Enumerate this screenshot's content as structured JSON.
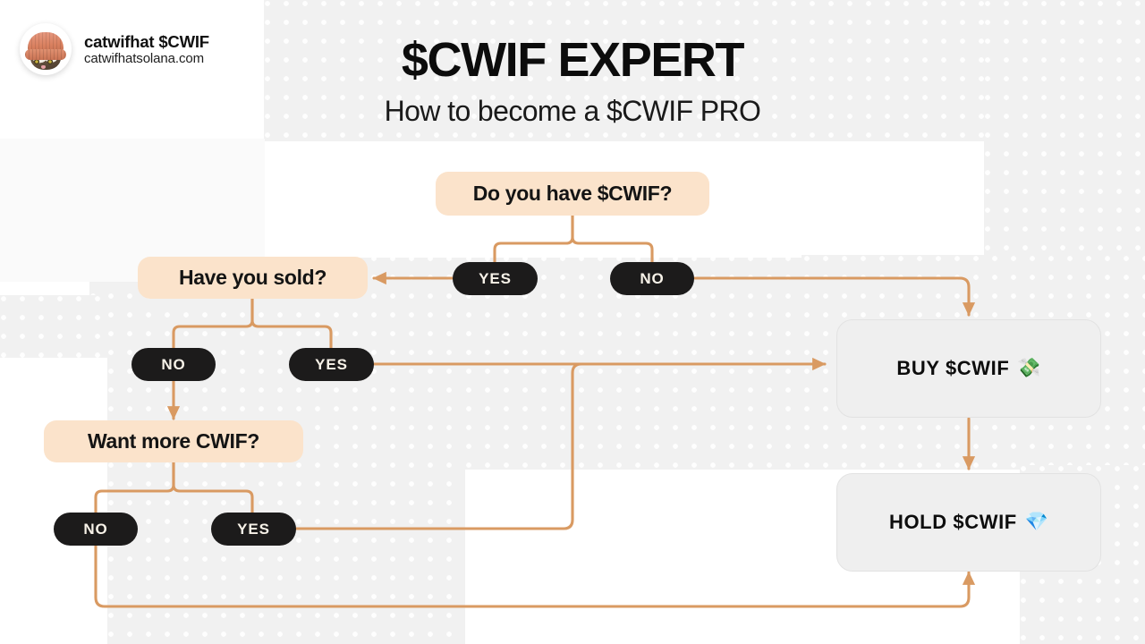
{
  "brand": {
    "avatar_icon": "cat-with-beanie-avatar",
    "name": "catwifhat $CWIF",
    "url": "catwifhatsolana.com"
  },
  "header": {
    "title": "$CWIF EXPERT",
    "subtitle": "How to become a $CWIF PRO"
  },
  "colors": {
    "question_box": "#FBE3CB",
    "badge_bg": "#1C1B1B",
    "badge_text": "#F7F2E8",
    "connector": "#D99A62",
    "outcome_box": "#EFEFEF",
    "page_bg": "#FFFFFF"
  },
  "flow": {
    "nodes": [
      {
        "id": "q1",
        "type": "question",
        "label": "Do you have $CWIF?"
      },
      {
        "id": "q2",
        "type": "question",
        "label": "Have you sold?"
      },
      {
        "id": "q3",
        "type": "question",
        "label": "Want more CWIF?"
      },
      {
        "id": "buy",
        "type": "outcome",
        "label": "BUY $CWIF",
        "emoji": "💸",
        "emoji_name": "money-with-wings-emoji"
      },
      {
        "id": "hold",
        "type": "outcome",
        "label": "HOLD $CWIF",
        "emoji": "💎",
        "emoji_name": "gem-stone-emoji"
      }
    ],
    "badges": {
      "q1_yes": "YES",
      "q1_no": "NO",
      "q2_no": "NO",
      "q2_yes": "YES",
      "q3_no": "NO",
      "q3_yes": "YES"
    },
    "edges": [
      {
        "from": "q1",
        "via": "YES",
        "to": "q2"
      },
      {
        "from": "q1",
        "via": "NO",
        "to": "buy"
      },
      {
        "from": "q2",
        "via": "NO",
        "to": "q3"
      },
      {
        "from": "q2",
        "via": "YES",
        "to": "buy"
      },
      {
        "from": "q3",
        "via": "YES",
        "to": "buy"
      },
      {
        "from": "q3",
        "via": "NO",
        "to": "hold"
      },
      {
        "from": "buy",
        "via": "",
        "to": "hold"
      }
    ]
  }
}
